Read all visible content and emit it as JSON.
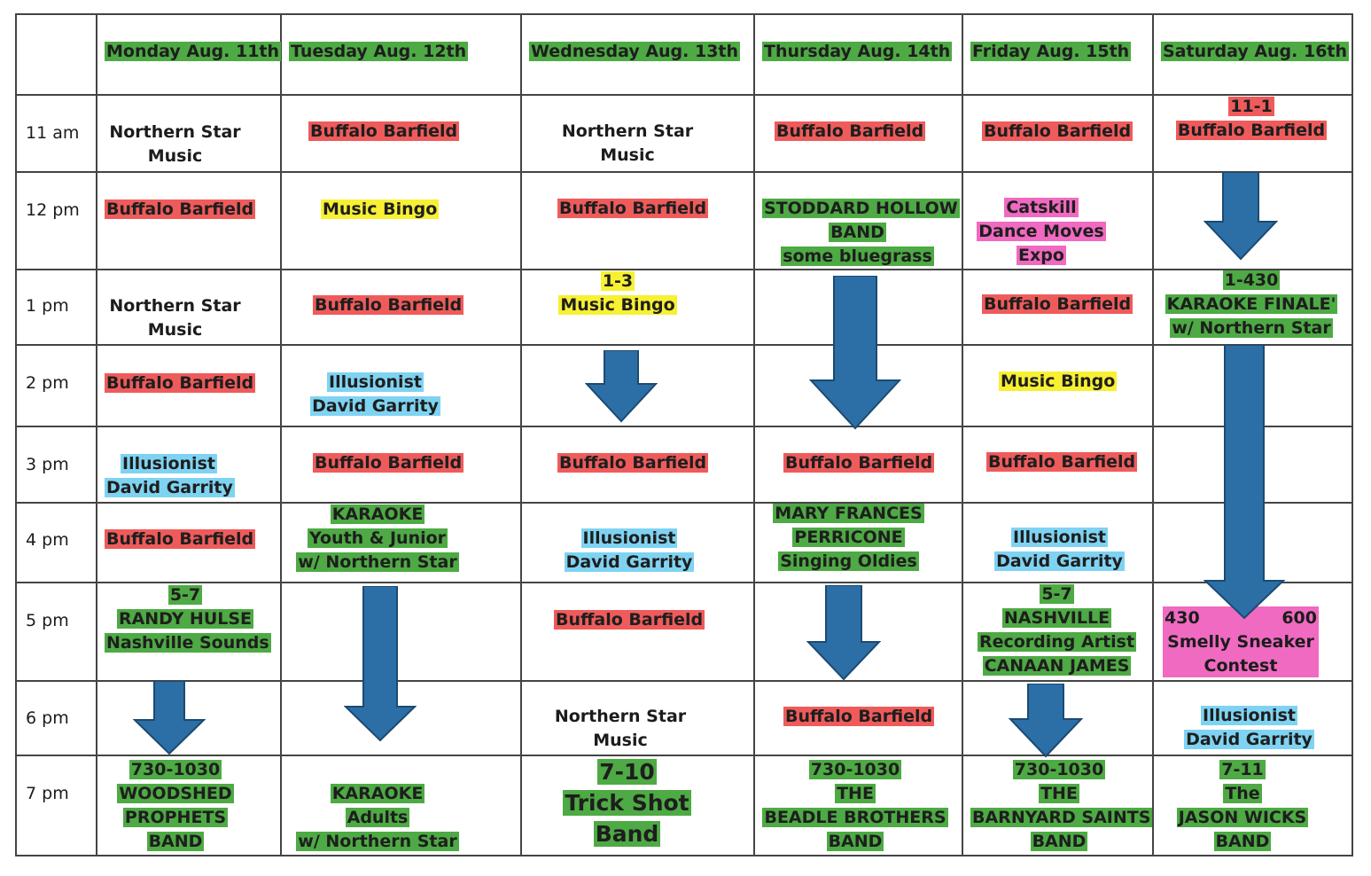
{
  "days": [
    "Monday Aug. 11th",
    "Tuesday Aug. 12th",
    "Wednesday Aug. 13th",
    "Thursday Aug. 14th",
    "Friday Aug. 15th",
    "Saturday Aug. 16th"
  ],
  "times": [
    "11 am",
    "12 pm",
    "1 pm",
    "2 pm",
    "3 pm",
    "4 pm",
    "5 pm",
    "6 pm",
    "7 pm"
  ],
  "events": {
    "mon_11": [
      "Northern Star",
      "Music"
    ],
    "mon_12": [
      "Buffalo Barfield"
    ],
    "mon_1": [
      "Northern Star",
      "Music"
    ],
    "mon_2": [
      "Buffalo Barfield"
    ],
    "mon_3": [
      "Illusionist",
      "David Garrity"
    ],
    "mon_4": [
      "Buffalo Barfield"
    ],
    "mon_5": [
      "5-7",
      "RANDY HULSE",
      "Nashville Sounds"
    ],
    "mon_7": [
      "730-1030",
      "WOODSHED",
      "PROPHETS",
      "BAND"
    ],
    "tue_11": [
      "Buffalo Barfield"
    ],
    "tue_12": [
      "Music Bingo"
    ],
    "tue_1": [
      "Buffalo Barfield"
    ],
    "tue_2": [
      "Illusionist",
      "David Garrity"
    ],
    "tue_3": [
      "Buffalo Barfield"
    ],
    "tue_4": [
      "KARAOKE",
      "Youth & Junior",
      "w/ Northern Star"
    ],
    "tue_7": [
      "KARAOKE",
      "Adults",
      "w/ Northern Star"
    ],
    "wed_11": [
      "Northern Star",
      "Music"
    ],
    "wed_12": [
      "Buffalo Barfield"
    ],
    "wed_1": [
      "1-3",
      "Music Bingo"
    ],
    "wed_3": [
      "Buffalo Barfield"
    ],
    "wed_4": [
      "Illusionist",
      "David Garrity"
    ],
    "wed_5": [
      "Buffalo Barfield"
    ],
    "wed_6": [
      "Northern Star",
      "Music"
    ],
    "wed_7": [
      "7-10",
      "Trick Shot",
      "Band"
    ],
    "thu_11": [
      "Buffalo Barfield"
    ],
    "thu_12": [
      "STODDARD HOLLOW",
      "BAND",
      "some bluegrass"
    ],
    "thu_3": [
      "Buffalo Barfield"
    ],
    "thu_4": [
      "MARY FRANCES",
      "PERRICONE",
      "Singing Oldies"
    ],
    "thu_6": [
      "Buffalo Barfield"
    ],
    "thu_7": [
      "730-1030",
      "THE",
      "BEADLE BROTHERS",
      "BAND"
    ],
    "fri_11": [
      "Buffalo Barfield"
    ],
    "fri_12": [
      "Catskill",
      "Dance Moves",
      "Expo"
    ],
    "fri_1": [
      "Buffalo Barfield"
    ],
    "fri_2": [
      "Music Bingo"
    ],
    "fri_3": [
      "Buffalo Barfield"
    ],
    "fri_4": [
      "Illusionist",
      "David Garrity"
    ],
    "fri_5": [
      "5-7",
      "NASHVILLE",
      "Recording Artist",
      "CANAAN JAMES"
    ],
    "fri_7": [
      "730-1030",
      "THE",
      "BARNYARD SAINTS",
      "BAND"
    ],
    "sat_11": [
      "11-1",
      "Buffalo Barfield"
    ],
    "sat_1": [
      "1-430",
      "KARAOKE FINALE'",
      "w/ Northern Star"
    ],
    "sat_5_left": "430",
    "sat_5_right": "600",
    "sat_5": [
      "Smelly Sneaker",
      "Contest"
    ],
    "sat_6": [
      "Illusionist",
      "David Garrity"
    ],
    "sat_7": [
      "7-11",
      "The",
      "JASON WICKS",
      "BAND"
    ]
  },
  "colors": {
    "green": "#4eaa44",
    "red": "#ef5b5b",
    "yellow": "#f7f033",
    "blue": "#7fd3f2",
    "pink": "#f06ac1",
    "arrow": "#2c6fa6"
  }
}
